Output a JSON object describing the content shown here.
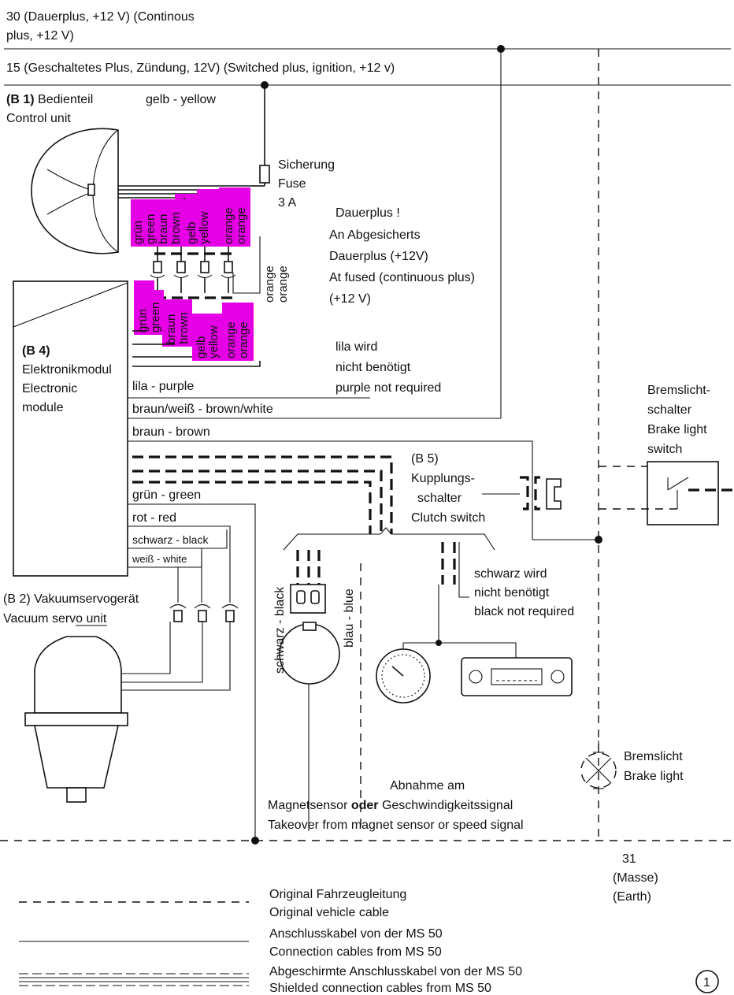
{
  "top": {
    "line30_a": "30 (Dauerplus, +12 V) (Continous",
    "line30_b": "plus, +12 V)",
    "line15": "15 (Geschaltetes Plus, Zündung, 12V) (Switched plus, ignition, +12 v)"
  },
  "b1": {
    "tag": "(B 1)",
    "name_de": "Bedienteil",
    "name_en": "Control unit",
    "wire": "gelb - yellow"
  },
  "fuse": {
    "de": "Sicherung",
    "en": "Fuse",
    "rating": "3 A"
  },
  "dauerplus": {
    "l1": "Dauerplus !",
    "l2": "An Abgesicherts",
    "l3": "Dauerplus (+12V)",
    "l4": "At fused (continuous plus)",
    "l5": "(+12 V)"
  },
  "colors_upper": [
    [
      "grün",
      "green"
    ],
    [
      "braun",
      "brown"
    ],
    [
      "gelb",
      "yellow"
    ],
    [
      "orange",
      "orange"
    ]
  ],
  "colors_lower": [
    [
      "grün",
      "green"
    ],
    [
      "braun",
      "brown"
    ],
    [
      "gelb",
      "yellow"
    ],
    [
      "orange",
      "orange"
    ]
  ],
  "orange_side": [
    "orange",
    "orange"
  ],
  "lila_note": {
    "l1": "lila wird",
    "l2": "nicht benötigt",
    "l3": "purple not required"
  },
  "b4": {
    "tag": "(B 4)",
    "l1": "Elektronikmodul",
    "l2": "Electronic",
    "l3": "module"
  },
  "wires": {
    "lila": "lila - purple",
    "braunweiss": "braun/weiß - brown/white",
    "braun": "braun - brown",
    "gruen": "grün - green",
    "rot": "rot - red",
    "schwarz": "schwarz - black",
    "weiss": "weiß - white"
  },
  "b2": {
    "l1": "(B 2) Vakuumservogerät",
    "l2": "Vacuum servo unit"
  },
  "b5": {
    "tag": "(B  5)",
    "l1": "Kupplungs-",
    "l2": "schalter",
    "l3": "Clutch switch"
  },
  "brake_switch": {
    "l1": "Bremslicht-",
    "l2": "schalter",
    "l3": "Brake light",
    "l4": "switch"
  },
  "sensor_wires": {
    "black": "schwarz - black",
    "blue": "blau - blue"
  },
  "black_note": {
    "l1": "schwarz wird",
    "l2": "nicht benötigt",
    "l3": "black not required"
  },
  "brake_light": {
    "de": "Bremslicht",
    "en": "Brake light"
  },
  "takeover": {
    "l1": "Abnahme am",
    "l2a": "Magnetsensor ",
    "l2b": "oder",
    "l2c": " Geschwindigkeitssignal",
    "l3": "Takeover from magnet sensor or speed signal"
  },
  "earth": {
    "num": "31",
    "de": "(Masse)",
    "en": "(Earth)"
  },
  "legend": [
    {
      "de": "Original Fahrzeugleitung",
      "en": "Original vehicle cable"
    },
    {
      "de": "Anschlusskabel von der MS 50",
      "en": "Connection cables from MS 50"
    },
    {
      "de": "Abgeschirmte Anschlusskabel von der MS 50",
      "en": "Shielded connection cables from MS 50"
    }
  ],
  "page_marker": "1"
}
